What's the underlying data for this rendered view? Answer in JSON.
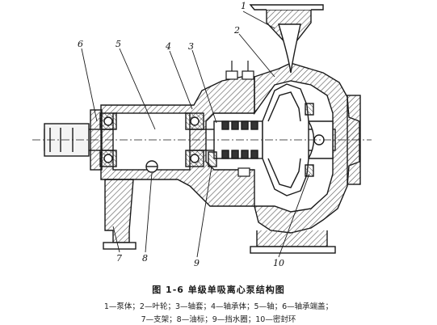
{
  "callouts": [
    "1",
    "2",
    "3",
    "4",
    "5",
    "6",
    "7",
    "8",
    "9",
    "10"
  ],
  "caption": "图 1-6  单级单吸离心泵结构图",
  "legend_line1": "1—泵体；2—叶轮；3—轴套；4—轴承体；5—轴；6—轴承端盖；",
  "legend_line2": "7—支架；8—油标；9—挡水圈；10—密封环",
  "colors": {
    "ink": "#1a1a1a",
    "hatch": "#555555",
    "background": "#ffffff"
  }
}
